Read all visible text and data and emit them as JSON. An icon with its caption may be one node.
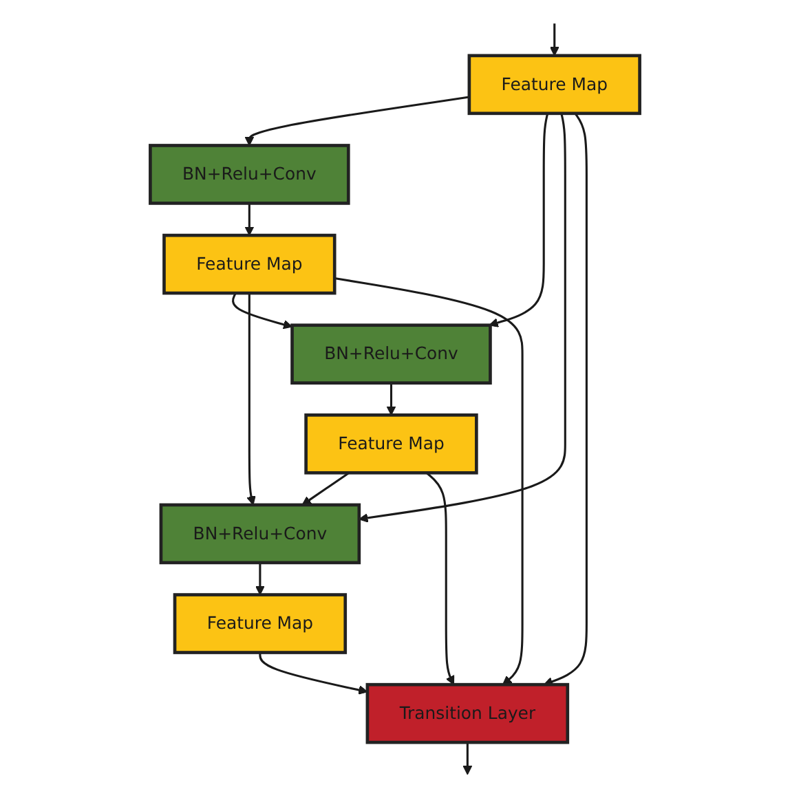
{
  "diagram": {
    "nodes": [
      {
        "text": [
          "Feature Map"
        ]
      },
      {
        "text": [
          "BN+Relu+Conv"
        ]
      },
      {
        "text": [
          "Feature Map"
        ]
      },
      {
        "text": [
          "BN+Relu+Conv"
        ]
      },
      {
        "text": [
          "Feature Map"
        ]
      },
      {
        "text": [
          "BN+Relu+Conv"
        ]
      },
      {
        "text": [
          "Feature Map"
        ]
      },
      {
        "text": [
          "Transition Layer"
        ]
      }
    ],
    "edges": [
      {
        "from": null,
        "to": 0,
        "arrow": "to"
      },
      {
        "from": 0,
        "to": 1,
        "arrow": "to"
      },
      {
        "from": 1,
        "to": 2,
        "arrow": "to"
      },
      {
        "from": 2,
        "to": 3,
        "arrow": "to"
      },
      {
        "from": 3,
        "to": 4,
        "arrow": "to"
      },
      {
        "from": 4,
        "to": 5,
        "arrow": "to"
      },
      {
        "from": 5,
        "to": 6,
        "arrow": "to"
      },
      {
        "from": 6,
        "to": 7,
        "arrow": "to"
      },
      {
        "from": 7,
        "to": null,
        "arrow": "to"
      },
      {
        "from": 0,
        "to": 3,
        "arrow": "to"
      },
      {
        "from": 0,
        "to": 5,
        "arrow": "to"
      },
      {
        "from": 0,
        "to": 7,
        "arrow": "to"
      },
      {
        "from": 2,
        "to": 5,
        "arrow": "to"
      },
      {
        "from": 2,
        "to": 7,
        "arrow": "to"
      },
      {
        "from": 4,
        "to": 7,
        "arrow": "to"
      }
    ]
  }
}
